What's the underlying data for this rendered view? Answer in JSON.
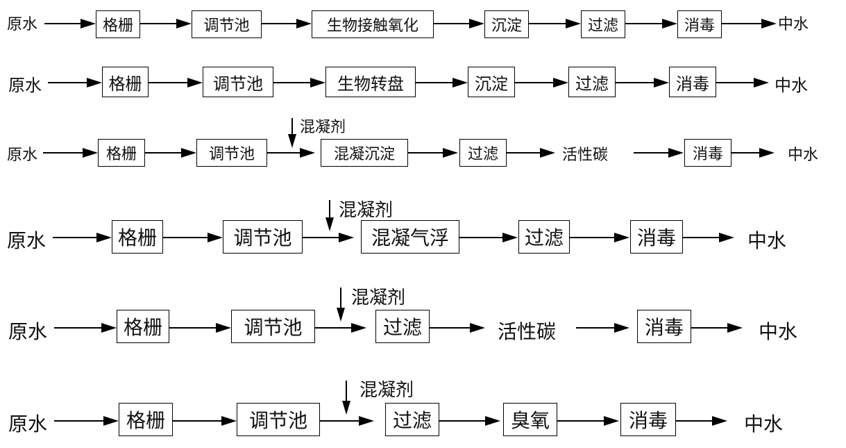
{
  "rows": [
    {
      "labels": {
        "start": "原水",
        "steps": [
          "格栅",
          "调节池",
          "生物接触氧化",
          "沉淀",
          "过滤",
          "消毒"
        ],
        "end": "中水"
      }
    },
    {
      "labels": {
        "start": "原水",
        "steps": [
          "格栅",
          "调节池",
          "生物转盘",
          "沉淀",
          "过滤",
          "消毒"
        ],
        "end": "中水"
      }
    },
    {
      "labels": {
        "start": "原水",
        "steps": [
          "格栅",
          "调节池",
          "混凝沉淀",
          "过滤",
          "活性碳",
          "消毒"
        ],
        "end": "中水",
        "reagent": "混凝剂"
      }
    },
    {
      "labels": {
        "start": "原水",
        "steps": [
          "格栅",
          "调节池",
          "混凝气浮",
          "过滤",
          "消毒"
        ],
        "end": "中水",
        "reagent": "混凝剂"
      }
    },
    {
      "labels": {
        "start": "原水",
        "steps": [
          "格栅",
          "调节池",
          "过滤",
          "活性碳",
          "消毒"
        ],
        "end": "中水",
        "reagent": "混凝剂"
      }
    },
    {
      "labels": {
        "start": "原水",
        "steps": [
          "格栅",
          "调节池",
          "过滤",
          "臭氧",
          "消毒"
        ],
        "end": "中水",
        "reagent": "混凝剂"
      }
    }
  ]
}
